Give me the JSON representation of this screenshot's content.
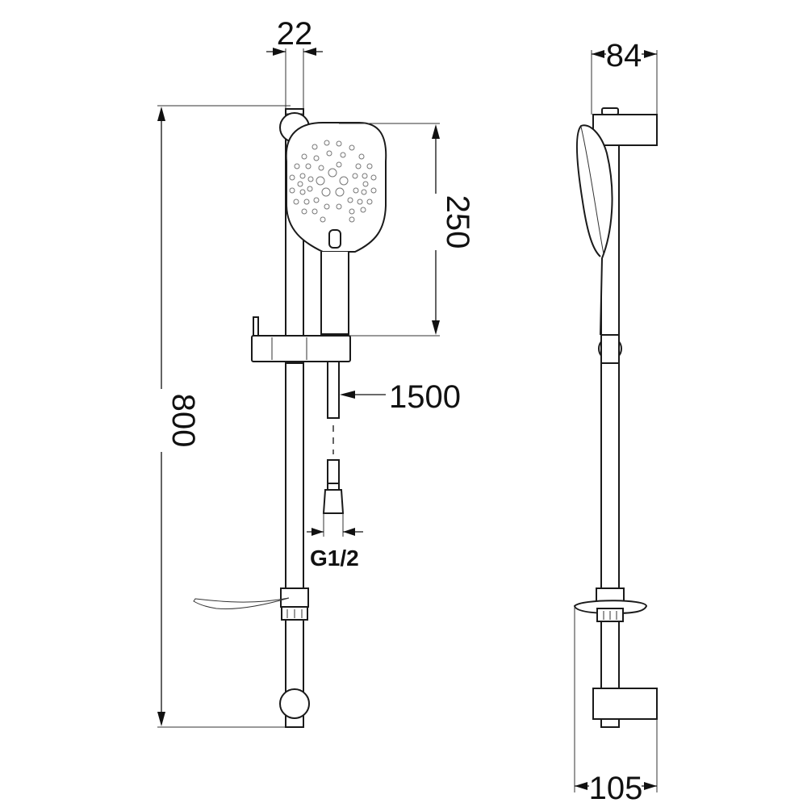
{
  "drawing": {
    "title": "Shower rail set technical drawing",
    "units": "mm",
    "line_color": "#1a1a1a",
    "background": "#ffffff",
    "views": [
      "front-view",
      "side-view"
    ],
    "dimensions": {
      "rail_diameter": "22",
      "rail_height": "800",
      "hand_shower_length": "250",
      "hose_length": "1500",
      "hose_connection": "G1/2",
      "top_bracket_depth": "84",
      "bottom_bracket_depth": "105"
    },
    "components": [
      "slide-rail",
      "hand-shower",
      "slider-holder",
      "shower-hose",
      "soap-dish",
      "wall-bracket-top",
      "wall-bracket-bottom"
    ]
  }
}
